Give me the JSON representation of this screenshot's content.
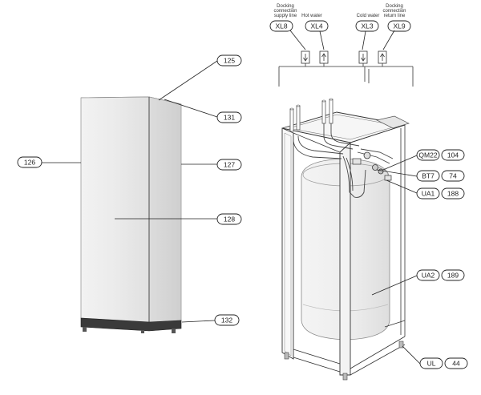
{
  "diagram": {
    "connections": {
      "xl8": {
        "code": "XL8",
        "caption": [
          "Docking",
          "connection",
          "supply line"
        ]
      },
      "xl4": {
        "code": "XL4",
        "caption": [
          "Hot water"
        ]
      },
      "xl3": {
        "code": "XL3",
        "caption": [
          "Cold water"
        ]
      },
      "xl9": {
        "code": "XL9",
        "caption": [
          "Docking",
          "connection",
          "return line"
        ]
      }
    },
    "cabinet_labels": {
      "c125": "125",
      "c131": "131",
      "c126": "126",
      "c127": "127",
      "c128": "128",
      "c132": "132"
    },
    "component_labels": {
      "qm22": {
        "code": "QM22",
        "number": "104"
      },
      "bt7": {
        "code": "BT7",
        "number": "74"
      },
      "ua1": {
        "code": "UA1",
        "number": "188"
      },
      "ua2": {
        "code": "UA2",
        "number": "189"
      },
      "ul": {
        "code": "UL",
        "number": "44"
      }
    },
    "colors": {
      "cabinet_panel": "#e8e8e8",
      "cabinet_side": "#d6d6d6",
      "base": "#3a3a3a",
      "outline": "#222222"
    }
  }
}
